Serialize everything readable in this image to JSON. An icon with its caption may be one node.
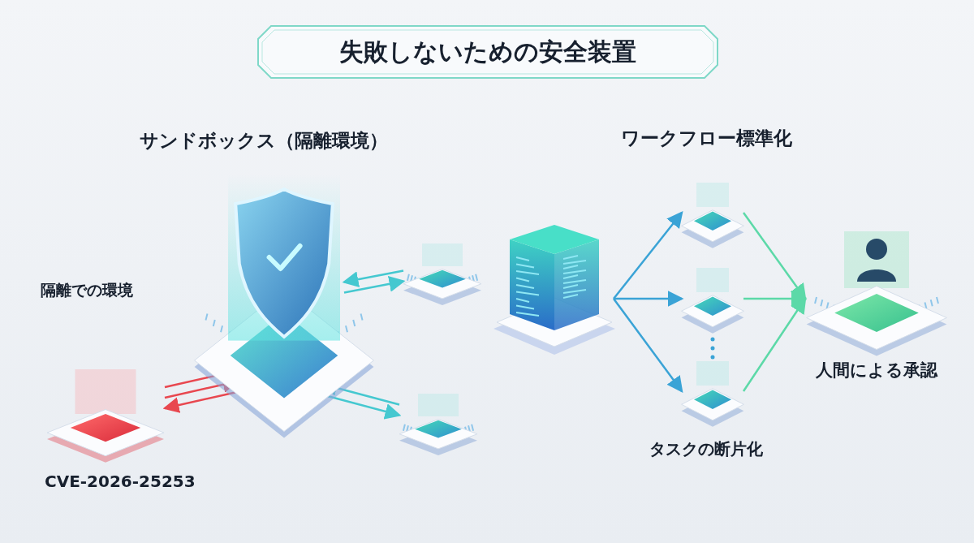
{
  "diagram": {
    "title": "失敗しないための安全装置",
    "nodes": [
      {
        "text": [],
        "shape": "picture"
      },
      {
        "text": [],
        "shape": "picture"
      },
      {
        "text": [],
        "shape": "picture"
      },
      {
        "text": [
          "CVE-2026-25253"
        ]
      },
      {
        "text": [],
        "shape": "picture"
      },
      {
        "text": [],
        "shape": "picture"
      },
      {
        "text": [],
        "shape": "picture"
      },
      {
        "text": [],
        "shape": "picture"
      },
      {
        "text": [
          "人間による承認"
        ]
      }
    ],
    "edges": [
      {
        "from": 1,
        "to": 0,
        "arrow": "to",
        "color": "#45c8d0"
      },
      {
        "from": 0,
        "to": 1,
        "arrow": "to",
        "color": "#45c8d0"
      },
      {
        "from": 2,
        "to": 0,
        "arrow": "to",
        "color": "#45c8d0"
      },
      {
        "from": 0,
        "to": 2,
        "arrow": "to",
        "color": "#45c8d0"
      },
      {
        "from": 3,
        "to": 0,
        "arrow": "to",
        "color": "#e8474f"
      },
      {
        "from": 3,
        "to": 0,
        "arrow": "to",
        "color": "#e8474f"
      },
      {
        "from": 0,
        "to": 3,
        "arrow": "to",
        "color": "#e8474f"
      },
      {
        "from": 4,
        "to": 5,
        "arrow": "to",
        "color": "#3aa3d6"
      },
      {
        "from": 4,
        "to": 6,
        "arrow": "to",
        "color": "#3aa3d6"
      },
      {
        "from": 4,
        "to": 7,
        "arrow": "to",
        "color": "#3aa3d6"
      },
      {
        "from": 5,
        "to": 8,
        "arrow": "to",
        "color": "#5cd9a8"
      },
      {
        "from": 6,
        "to": 8,
        "arrow": "to",
        "color": "#5cd9a8"
      },
      {
        "from": 7,
        "to": 8,
        "arrow": "to",
        "color": "#5cd9a8"
      }
    ],
    "labels": [
      "サンドボックス（隔離環境）",
      "ワークフロー標準化",
      "隔離での環境",
      "タスクの断片化"
    ]
  }
}
